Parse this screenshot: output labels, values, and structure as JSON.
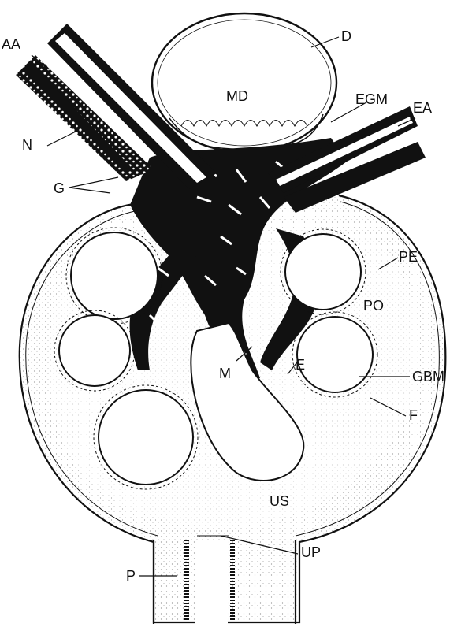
{
  "labels": {
    "aa": "AA",
    "n": "N",
    "g": "G",
    "d": "D",
    "md": "MD",
    "egm": "EGM",
    "ea": "EA",
    "pe": "PE",
    "po": "PO",
    "e": "E",
    "gbm": "GBM",
    "m": "M",
    "f": "F",
    "us": "US",
    "up": "UP",
    "p": "P"
  },
  "colors": {
    "ink": "#111111",
    "paper": "#ffffff",
    "stipple": "#9a9a9a"
  }
}
